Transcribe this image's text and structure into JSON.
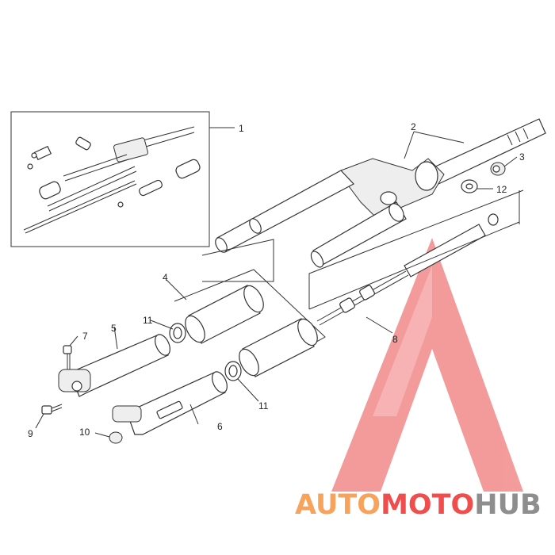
{
  "callouts": {
    "c1": "1",
    "c2": "2",
    "c3": "3",
    "c4": "4",
    "c5": "5",
    "c6": "6",
    "c7": "7",
    "c8": "8",
    "c9": "9",
    "c10": "10",
    "c11a": "11",
    "c11b": "11",
    "c12": "12"
  },
  "watermark": {
    "part1": "AUTO",
    "part2": "MOTO",
    "part3": "HUB",
    "color_orange": "#f7a35c",
    "color_red": "#f04d4d",
    "color_gray": "#8e8e8e",
    "logo_color": "#f07a7a"
  }
}
